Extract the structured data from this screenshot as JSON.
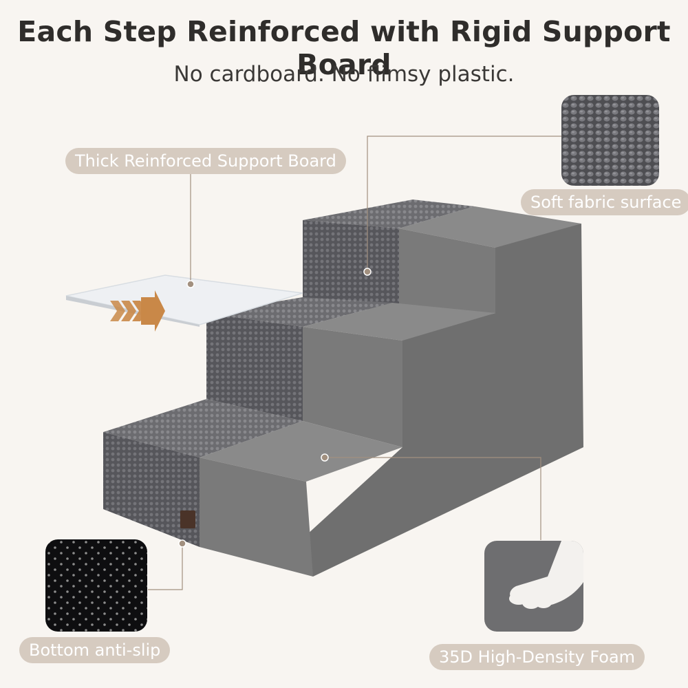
{
  "header": {
    "title": "Each Step Reinforced with Rigid Support Board",
    "subtitle": "No cardboard. No flimsy plastic."
  },
  "labels": {
    "support_board": "Thick Reinforced Support Board",
    "fabric_surface": "Soft fabric surface",
    "anti_slip": "Bottom anti-slip",
    "foam": "35D High-Density Foam"
  },
  "colors": {
    "background": "#f8f5f1",
    "pill": "#d6cbc0",
    "arrow": "#c98848",
    "foam": "#7d7d7d",
    "fabric": "#5e5e62"
  }
}
